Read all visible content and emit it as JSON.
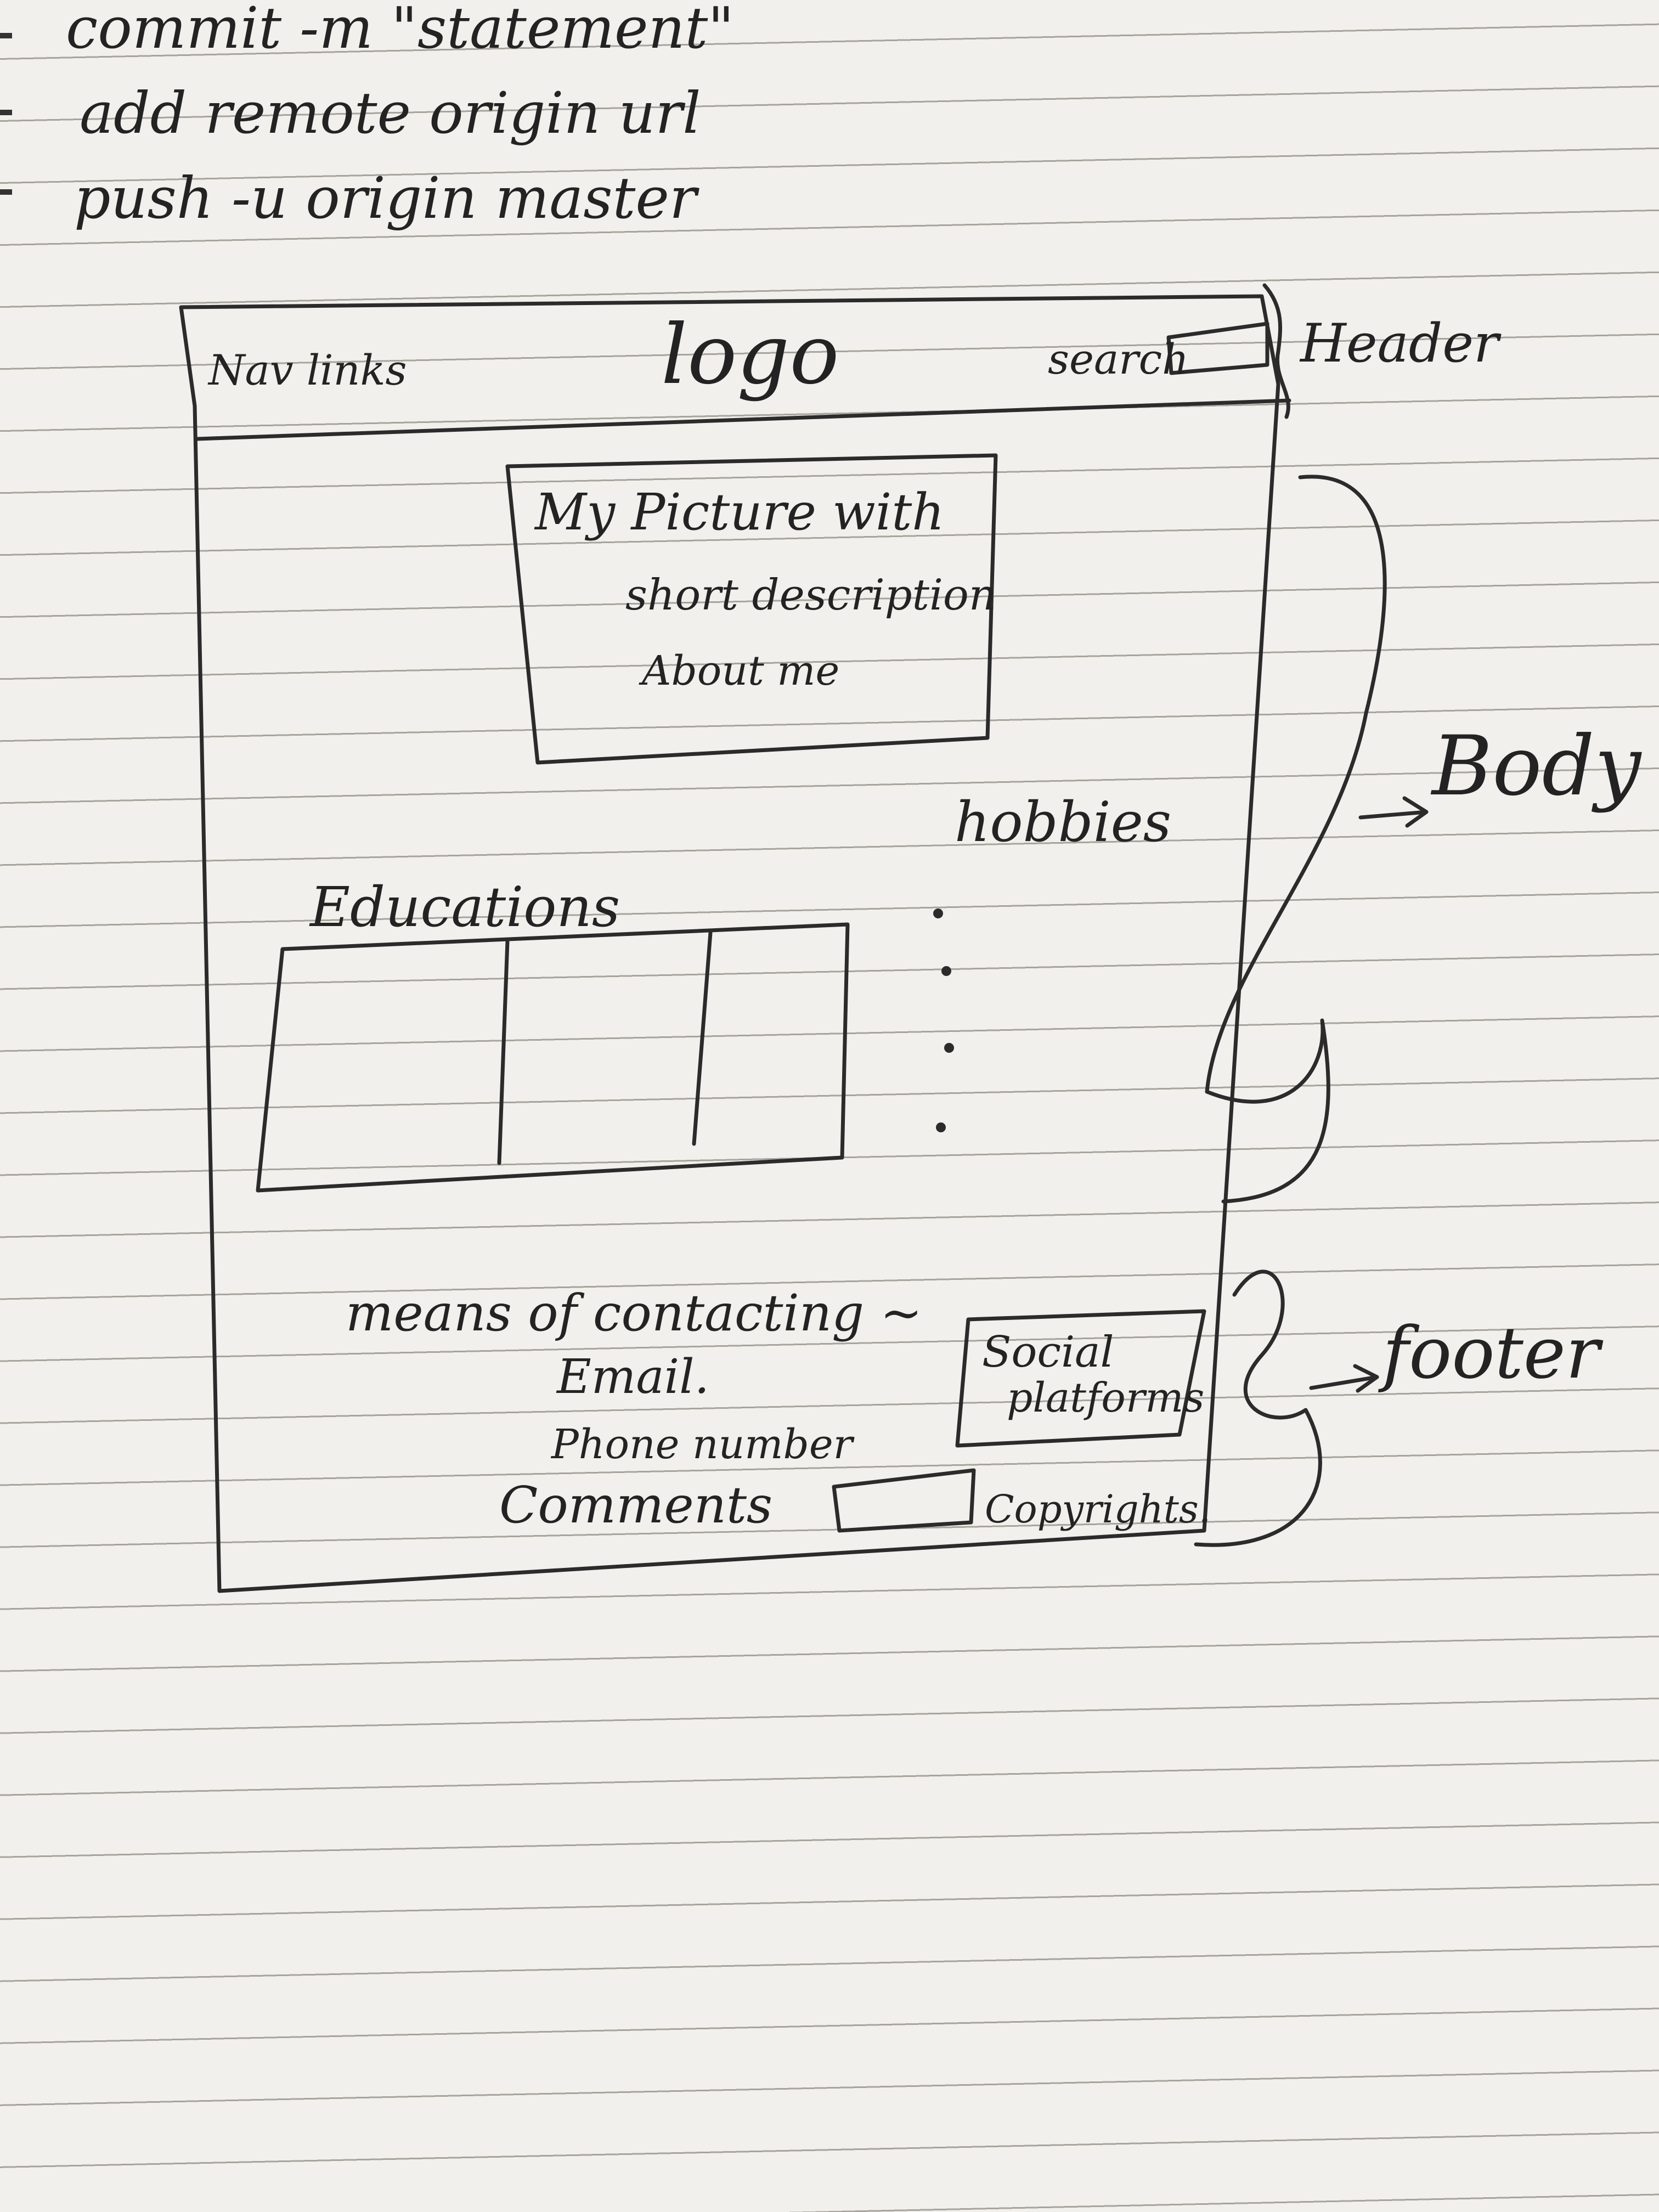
{
  "notes": [
    "commit -m \"statement\"",
    "add remote origin url",
    "push -u origin master"
  ],
  "wireframe": {
    "header": {
      "nav_links": "Nav links",
      "logo": "logo",
      "search": "search"
    },
    "body": {
      "picture_box": [
        "My Picture with",
        "short description",
        "About me"
      ],
      "hobbies": "hobbies",
      "education": "Educations"
    },
    "footer": {
      "contact": [
        "means of contacting ~",
        "Email.",
        "Phone number",
        "Comments"
      ],
      "social": [
        "Social",
        "platforms"
      ],
      "copyright": "Copyrights."
    }
  },
  "section_labels": {
    "header": "Header",
    "body": "Body",
    "footer": "footer"
  }
}
